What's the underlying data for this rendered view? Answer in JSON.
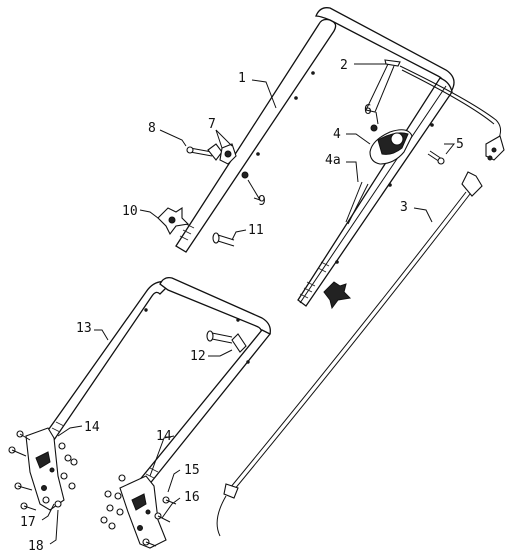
{
  "diagram": {
    "callouts": [
      {
        "id": "c1",
        "text": "1"
      },
      {
        "id": "c2",
        "text": "2"
      },
      {
        "id": "c3",
        "text": "3"
      },
      {
        "id": "c4",
        "text": "4"
      },
      {
        "id": "c4a",
        "text": "4a"
      },
      {
        "id": "c5",
        "text": "5"
      },
      {
        "id": "c6",
        "text": "6"
      },
      {
        "id": "c7",
        "text": "7"
      },
      {
        "id": "c8",
        "text": "8"
      },
      {
        "id": "c9",
        "text": "9"
      },
      {
        "id": "c10",
        "text": "10"
      },
      {
        "id": "c11",
        "text": "11"
      },
      {
        "id": "c12",
        "text": "12"
      },
      {
        "id": "c13",
        "text": "13"
      },
      {
        "id": "c14a",
        "text": "14"
      },
      {
        "id": "c14b",
        "text": "14"
      },
      {
        "id": "c15",
        "text": "15"
      },
      {
        "id": "c16",
        "text": "16"
      },
      {
        "id": "c17",
        "text": "17"
      },
      {
        "id": "c18",
        "text": "18"
      }
    ]
  }
}
